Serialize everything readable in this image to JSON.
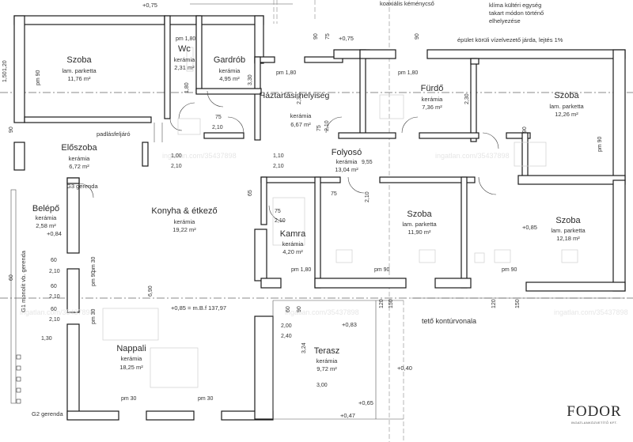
{
  "rooms": [
    {
      "name": "Szoba",
      "floor": "lam. parketta",
      "area": "11,76 m²"
    },
    {
      "name": "Wc",
      "floor": "kerámia",
      "area": "2,31 m²"
    },
    {
      "name": "Gardrób",
      "floor": "kerámia",
      "area": "4,95 m²"
    },
    {
      "name": "Háztartási helyiség",
      "floor": "kerámia",
      "area": "6,67 m²"
    },
    {
      "name": "Fürdő",
      "floor": "kerámia",
      "area": "7,36 m²"
    },
    {
      "name": "Szoba",
      "floor": "lam. parketta",
      "area": "12,26 m²"
    },
    {
      "name": "Előszoba",
      "floor": "kerámia",
      "area": "6,72 m²"
    },
    {
      "name": "Folyosó",
      "floor": "kerámia",
      "area": "13,04 m²"
    },
    {
      "name": "Belépő",
      "floor": "kerámia",
      "area": "2,58 m²"
    },
    {
      "name": "Konyha & étkező",
      "floor": "kerámia",
      "area": "19,22 m²"
    },
    {
      "name": "Kamra",
      "floor": "kerámia",
      "area": "4,20 m²"
    },
    {
      "name": "Szoba",
      "floor": "lam. parketta",
      "area": "11,90 m²"
    },
    {
      "name": "Szoba",
      "floor": "lam. parketta",
      "area": "12,18 m²"
    },
    {
      "name": "Nappali",
      "floor": "kerámia",
      "area": "18,25 m²"
    },
    {
      "name": "Terasz",
      "floor": "kerámia",
      "area": "9,72 m²"
    }
  ],
  "annotations": {
    "chimney": "koaxiális kéménycső",
    "ac_note_1": "klíma kültéri egység",
    "ac_note_2": "takart módon történő",
    "ac_note_3": "elhelyezése",
    "walkway": "épület körüli vízelvezető járda, lejtés 1%",
    "attic": "padlásfeljáró",
    "roof_outline": "tető kontúrvonala",
    "g3": "G3 gerenda",
    "g2": "G2 gerenda",
    "g1": "G1 monolit vb. gerenda",
    "level_ref": "+0,85 = m.B.f 137,97",
    "lvl_075": "+0,75",
    "lvl_084": "+0,84",
    "lvl_083": "+0,83",
    "lvl_085": "+0,85",
    "lvl_040": "+0,40",
    "lvl_065": "+0,65",
    "lvl_047": "+0,47",
    "watermark": "ingatlan.com/35437898"
  },
  "dims": [
    "pm 1,80",
    "pm 90",
    "pm 1,80",
    "pm 1,80",
    "pm 90",
    "pm 90",
    "pm 90",
    "pm 1,80",
    "pm 90",
    "pm 30",
    "pm 30",
    "pm 30",
    "pm 30",
    "75",
    "2,10",
    "75",
    "2,10",
    "1,00",
    "2,10",
    "1,10",
    "2,10",
    "9,55",
    "75",
    "2,10",
    "75",
    "2,10",
    "2,00",
    "2,40",
    "3,24",
    "3,00",
    "1,30",
    "6,90",
    "60",
    "2,10",
    "60",
    "2,10",
    "60",
    "2,10",
    "90",
    "75",
    "90",
    "90",
    "60",
    "90",
    "60",
    "90",
    "120",
    "150",
    "150",
    "120",
    "65",
    "1,80",
    "2,30",
    "2,30",
    "3,30",
    "1,50",
    "1,20"
  ],
  "logo": {
    "brand": "FODOR",
    "tagline": "INGATLANKÖZVETÍTŐ KFT."
  }
}
